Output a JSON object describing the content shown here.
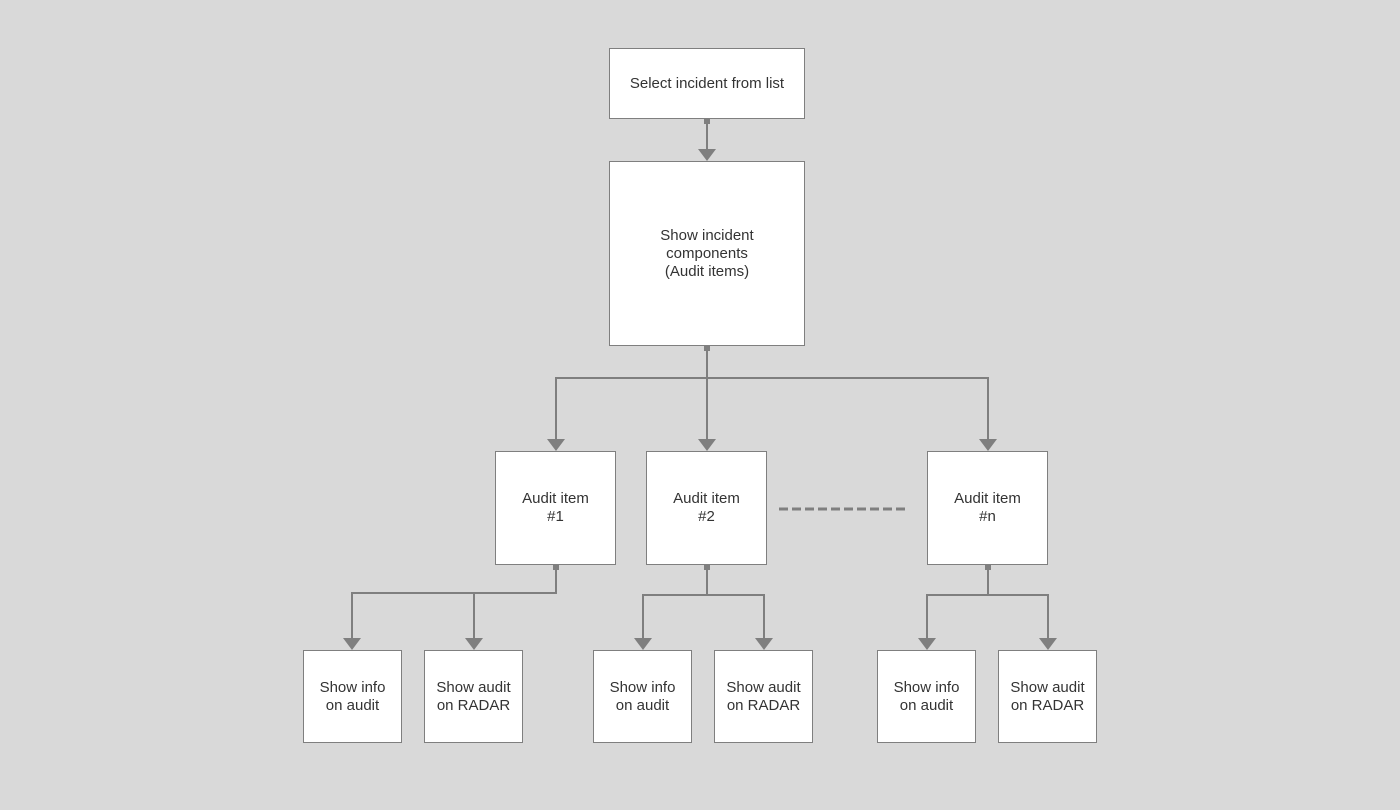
{
  "colors": {
    "background": "#d9d9d9",
    "box_fill": "#ffffff",
    "box_border": "#7f7f7f",
    "connector": "#7f7f7f",
    "text": "#333333"
  },
  "nodes": {
    "select_incident": "Select incident from list",
    "show_components": "Show incident\ncomponents\n(Audit items)",
    "audit_1": "Audit item\n#1",
    "audit_2": "Audit item\n#2",
    "audit_n": "Audit item\n#n",
    "info_1": "Show info\non audit",
    "radar_1": "Show audit\non RADAR",
    "info_2": "Show info\non audit",
    "radar_2": "Show audit\non RADAR",
    "info_n": "Show info\non audit",
    "radar_n": "Show audit\non RADAR"
  },
  "edges": [
    {
      "from": "select_incident",
      "to": "show_components"
    },
    {
      "from": "show_components",
      "to": "audit_1"
    },
    {
      "from": "show_components",
      "to": "audit_2"
    },
    {
      "from": "show_components",
      "to": "audit_n"
    },
    {
      "from": "audit_1",
      "to": "info_1"
    },
    {
      "from": "audit_1",
      "to": "radar_1"
    },
    {
      "from": "audit_2",
      "to": "info_2"
    },
    {
      "from": "audit_2",
      "to": "radar_2"
    },
    {
      "from": "audit_n",
      "to": "info_n"
    },
    {
      "from": "audit_n",
      "to": "radar_n"
    }
  ]
}
